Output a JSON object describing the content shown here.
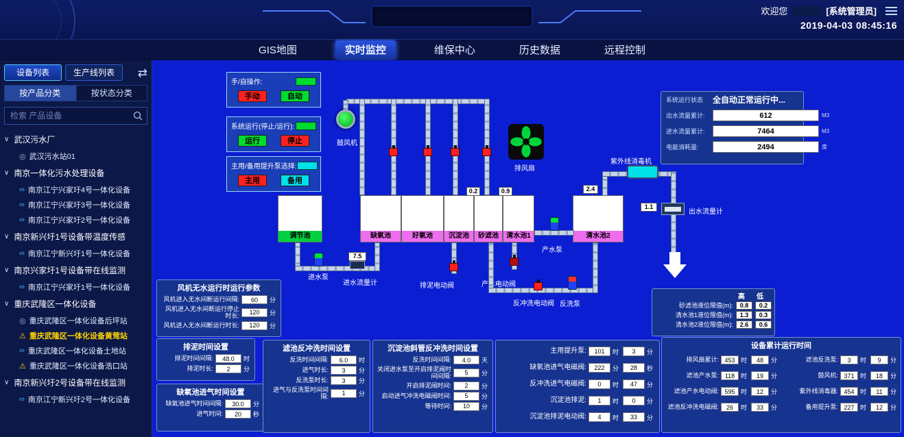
{
  "colors": {
    "main-blue": "#0b1ed2",
    "btn-red": "#ff2020",
    "btn-green": "#00dc30",
    "btn-cyan": "#00e0e8",
    "alarm-yellow": "#ffd400"
  },
  "header": {
    "welcome": "欢迎您",
    "role": "[系统管理员]",
    "datetime": "2019-04-03 08:45:16"
  },
  "nav": {
    "tabs": [
      {
        "label": "GIS地图",
        "active": false
      },
      {
        "label": "实时监控",
        "active": true
      },
      {
        "label": "维保中心",
        "active": false
      },
      {
        "label": "历史数据",
        "active": false
      },
      {
        "label": "远程控制",
        "active": false
      }
    ]
  },
  "sidebar": {
    "tab_device_list": "设备列表",
    "tab_line_list": "生产线列表",
    "tab_by_product": "按产品分类",
    "tab_by_status": "按状态分类",
    "search_placeholder": "检索 产品设备",
    "tree": [
      {
        "label": "武汉污水厂",
        "children": [
          {
            "label": "武汉污水站01",
            "icon": "station"
          }
        ]
      },
      {
        "label": "南京一体化污水处理设备",
        "children": [
          {
            "label": "南京江宁兴家圩4号一体化设备",
            "icon": "link"
          },
          {
            "label": "南京江宁兴家圩3号一体化设备",
            "icon": "link"
          },
          {
            "label": "南京江宁兴家圩2号一体化设备",
            "icon": "link"
          }
        ]
      },
      {
        "label": "南京新兴圩1号设备带温度传感",
        "children": [
          {
            "label": "南京江宁新兴圩1号一体化设备",
            "icon": "link"
          }
        ]
      },
      {
        "label": "南京兴家圩1号设备带在线监测",
        "children": [
          {
            "label": "南京江宁兴家圩1号一体化设备",
            "icon": "link"
          }
        ]
      },
      {
        "label": "重庆武隆区一体化设备",
        "children": [
          {
            "label": "重庆武隆区一体化设备后坪站",
            "icon": "station"
          },
          {
            "label": "重庆武隆区一体化设备黄莺站",
            "icon": "warning",
            "alarm": true
          },
          {
            "label": "重庆武隆区一体化设备土地站",
            "icon": "link"
          },
          {
            "label": "重庆武隆区一体化设备浩口站",
            "icon": "warning"
          }
        ]
      },
      {
        "label": "南京新兴圩2号设备带在线监测",
        "children": [
          {
            "label": "南京江宁新兴圩2号一体化设备",
            "icon": "link"
          }
        ]
      }
    ]
  },
  "controls": [
    {
      "label": "手/自操作:",
      "indicator": "green",
      "buttons": [
        {
          "label": "手动",
          "color": "red"
        },
        {
          "label": "自动",
          "color": "green"
        }
      ]
    },
    {
      "label": "系统运行(停止/运行):",
      "indicator": "green",
      "buttons": [
        {
          "label": "运行",
          "color": "green"
        },
        {
          "label": "停止",
          "color": "red"
        }
      ]
    },
    {
      "label": "主用/备用提升泵选择:",
      "indicator": "cyan",
      "buttons": [
        {
          "label": "主用",
          "color": "red"
        },
        {
          "label": "备用",
          "color": "cyan"
        }
      ]
    }
  ],
  "status_panel": {
    "status_label": "系统运行状态",
    "status_value": "全自动正常运行中...",
    "rows": [
      {
        "label": "出水流量累计:",
        "value": "612",
        "unit": "M3"
      },
      {
        "label": "进水流量累计:",
        "value": "7464",
        "unit": "M3"
      },
      {
        "label": "电能消耗量:",
        "value": "2494",
        "unit": "度"
      }
    ]
  },
  "diagram": {
    "tanks": [
      {
        "name": "调节池",
        "color": "#00cf3f"
      },
      {
        "name": "缺氧池",
        "color": "#ee6cee"
      },
      {
        "name": "好氧池",
        "color": "#ee6cee"
      },
      {
        "name": "沉淀池",
        "color": "#ee6cee"
      },
      {
        "name": "砂滤池",
        "color": "#ee6cee"
      },
      {
        "name": "清水池1",
        "color": "#ee6cee"
      },
      {
        "name": "清水池2",
        "color": "#ee6cee"
      }
    ],
    "labels": {
      "blower": "鼓风机",
      "fan": "排风扇",
      "uv": "紫外线消毒机",
      "inlet_pump": "进水泵",
      "inlet_flowmeter": "进水流量计",
      "mud_valve": "排泥电动阀",
      "product_valve": "产水电动阀",
      "product_pump": "产水泵",
      "backwash_valve": "反冲洗电动阀",
      "backwash_pump": "反洗泵",
      "outlet_flowmeter": "出水流量计"
    },
    "gauges": {
      "inlet_flow": "7.5",
      "settle_level": "0.2",
      "sand_level": "0.9",
      "clear2_level": "2.4",
      "outlet_flow": "1.1"
    }
  },
  "level_limits": {
    "high": "高",
    "low": "低",
    "rows": [
      {
        "label": "砂滤池液位限值(m):",
        "high": "0.8",
        "low": "0.2"
      },
      {
        "label": "清水池1液位限值(m):",
        "high": "1.3",
        "low": "0.3"
      },
      {
        "label": "清水池2液位限值(m):",
        "high": "2.6",
        "low": "0.6"
      }
    ]
  },
  "panels": {
    "fan_params": {
      "title": "风机无水运行时运行参数",
      "rows": [
        {
          "label": "风机进入无水间断运行间隔:",
          "value": "60",
          "unit": "分"
        },
        {
          "label": "风机进入无水间断运行停止时长:",
          "value": "120",
          "unit": "分"
        },
        {
          "label": "风机进入无水间断运行时长:",
          "value": "120",
          "unit": "分"
        }
      ]
    },
    "mud": {
      "title": "排泥时间设置",
      "rows": [
        {
          "label": "排泥时间间隔:",
          "value": "48.0",
          "unit": "时"
        },
        {
          "label": "排泥时长:",
          "value": "2",
          "unit": "分"
        }
      ]
    },
    "anoxic": {
      "title": "缺氧池进气时间设置",
      "rows": [
        {
          "label": "缺氧池进气时间间隔:",
          "value": "30.0",
          "unit": "分"
        },
        {
          "label": "进气时间:",
          "value": "20",
          "unit": "秒"
        }
      ]
    },
    "filter_backwash": {
      "title": "滤池反冲洗时间设置",
      "rows": [
        {
          "label": "反洗时间间隔:",
          "value": "6.0",
          "unit": "时"
        },
        {
          "label": "进气时长:",
          "value": "3",
          "unit": "分"
        },
        {
          "label": "反洗泵时长:",
          "value": "3",
          "unit": "分"
        },
        {
          "label": "进气与反洗泵时间间隔:",
          "value": "1",
          "unit": "分"
        }
      ]
    },
    "settle_backwash": {
      "title": "沉淀池斜管反冲洗时间设置",
      "rows": [
        {
          "label": "反洗时间间隔:",
          "value": "4.0",
          "unit": "天"
        },
        {
          "label": "关闭进水泵至开启排泥阀时间间隔:",
          "value": "5",
          "unit": "分"
        },
        {
          "label": "开启排泥阀时间:",
          "value": "2",
          "unit": "分"
        },
        {
          "label": "启动进气冲洗电磁阀时间:",
          "value": "5",
          "unit": "分"
        },
        {
          "label": "等待时间:",
          "value": "10",
          "unit": "分"
        }
      ]
    }
  },
  "runtime_mid": {
    "rows": [
      {
        "label": "主用提升泵:",
        "v1": "101",
        "u1": "时",
        "v2": "3",
        "u2": "分"
      },
      {
        "label": "缺氧池进气电磁阀:",
        "v1": "222",
        "u1": "分",
        "v2": "28",
        "u2": "秒"
      },
      {
        "label": "反冲洗进气电磁阀:",
        "v1": "0",
        "u1": "时",
        "v2": "47",
        "u2": "分"
      },
      {
        "label": "沉淀池排泥:",
        "v1": "1",
        "u1": "时",
        "v2": "0",
        "u2": "分"
      },
      {
        "label": "沉淀池排泥电动阀:",
        "v1": "4",
        "u1": "时",
        "v2": "33",
        "u2": "分"
      }
    ]
  },
  "runtime_total": {
    "title": "设备累计运行时间",
    "left": [
      {
        "label": "排风扇累计:",
        "v1": "453",
        "u1": "时",
        "v2": "48",
        "u2": "分"
      },
      {
        "label": "滤池产水泵:",
        "v1": "118",
        "u1": "时",
        "v2": "19",
        "u2": "分"
      },
      {
        "label": "滤池产水电动阀:",
        "v1": "595",
        "u1": "时",
        "v2": "12",
        "u2": "分"
      },
      {
        "label": "滤池反冲洗电磁阀:",
        "v1": "26",
        "u1": "时",
        "v2": "33",
        "u2": "分"
      }
    ],
    "right": [
      {
        "label": "滤池反洗泵:",
        "v1": "3",
        "u1": "时",
        "v2": "9",
        "u2": "分"
      },
      {
        "label": "鼓风机:",
        "v1": "371",
        "u1": "时",
        "v2": "18",
        "u2": "分"
      },
      {
        "label": "紫外线消毒器:",
        "v1": "454",
        "u1": "时",
        "v2": "11",
        "u2": "分"
      },
      {
        "label": "备用提升泵:",
        "v1": "227",
        "u1": "时",
        "v2": "12",
        "u2": "分"
      }
    ]
  }
}
